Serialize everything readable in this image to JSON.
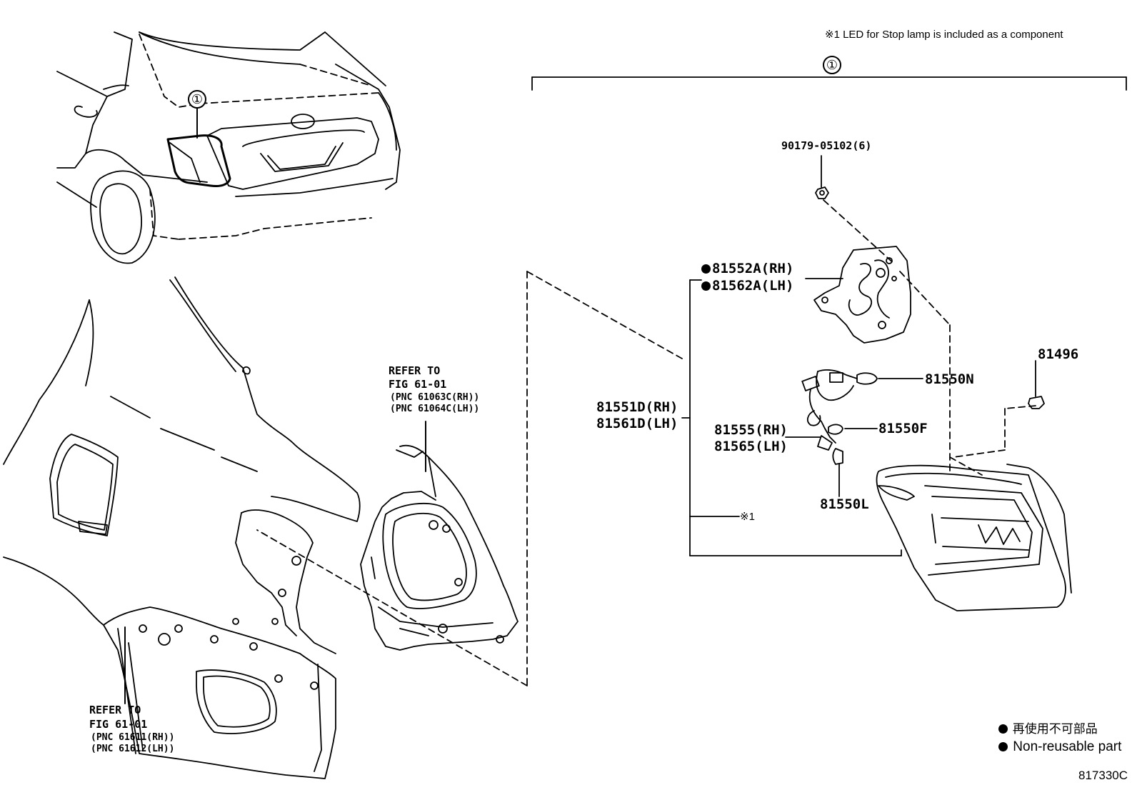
{
  "header_note": "※1 LED for Stop lamp is included as a component",
  "callout_main": "①",
  "callout_car": "①",
  "parts": {
    "screw": "90179-05102(6)",
    "reflector_rh": "81552A(RH)",
    "reflector_lh": "81562A(LH)",
    "lens_rh": "81551D(RH)",
    "lens_lh": "81561D(LH)",
    "socket_rh": "81555(RH)",
    "socket_lh": "81565(LH)",
    "bulb_n": "81550N",
    "bulb_f": "81550F",
    "bulb_l": "81550L",
    "clip": "81496",
    "led_note": "※1"
  },
  "refer_upper": {
    "line1": "REFER TO",
    "line2": "FIG 61-01",
    "line3": "(PNC 61063C(RH))",
    "line4": "(PNC 61064C(LH))"
  },
  "refer_lower": {
    "line1": "REFER TO",
    "line2": "FIG 61-01",
    "line3": "(PNC 61611(RH))",
    "line4": "(PNC 61612(LH))"
  },
  "legend": {
    "jp": "再使用不可部品",
    "en": "Non-reusable part"
  },
  "figure_id": "817330C"
}
